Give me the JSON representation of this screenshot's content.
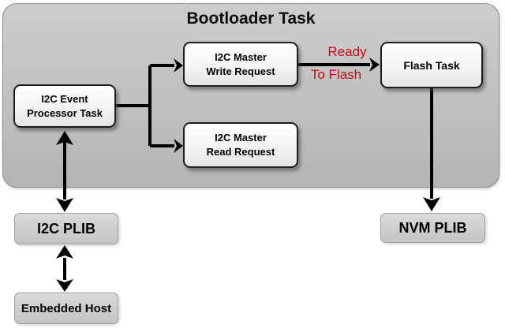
{
  "diagram": {
    "title": "Bootloader Task",
    "nodes": {
      "event_processor": {
        "line1": "I2C Event",
        "line2": "Processor Task"
      },
      "write_request": {
        "line1": "I2C Master",
        "line2": "Write Request"
      },
      "read_request": {
        "line1": "I2C Master",
        "line2": "Read Request"
      },
      "flash_task": {
        "label": "Flash Task"
      },
      "i2c_plib": {
        "label": "I2C PLIB"
      },
      "nvm_plib": {
        "label": "NVM PLIB"
      },
      "embedded_host": {
        "label": "Embedded Host"
      }
    },
    "edge_labels": {
      "ready": "Ready",
      "to_flash": "To Flash"
    },
    "colors": {
      "container_fill_top": "#cdcdcd",
      "container_fill_bottom": "#b4b4b4",
      "container_border": "#8f8f8f",
      "node_fill_top": "#ffffff",
      "node_fill_bottom": "#e4e4e4",
      "node_border": "#1c1c1c",
      "plib_fill_top": "#dadada",
      "plib_fill_bottom": "#c5c5c5",
      "plib_border": "#9e9e9e",
      "arrow_color": "#000000",
      "edge_label_red": "#c00a18"
    }
  }
}
